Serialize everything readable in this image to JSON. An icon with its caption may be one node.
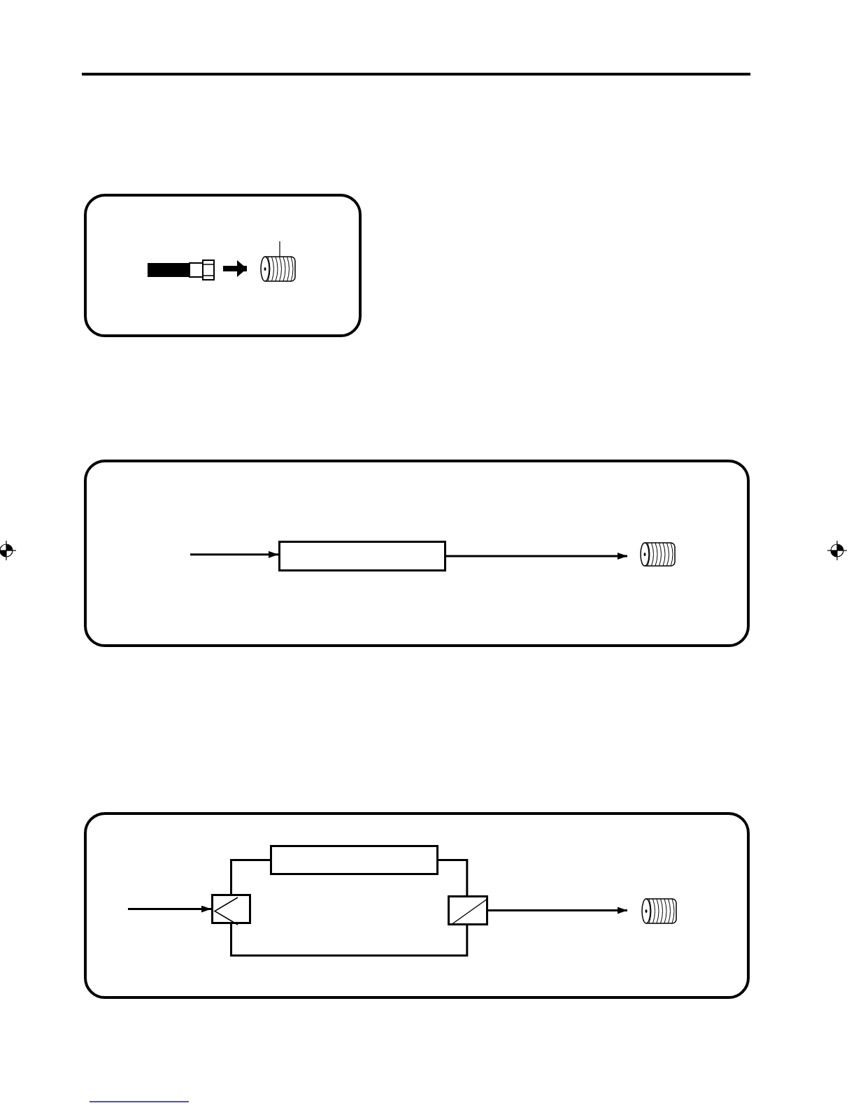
{
  "diagram": {
    "nodes": [
      {
        "text": [],
        "shape": "box"
      },
      {
        "text": [],
        "shape": "picture",
        "in": 0
      },
      {
        "text": [],
        "shape": "picture",
        "in": 0
      },
      {
        "text": [],
        "shape": "box"
      },
      {
        "text": [],
        "shape": "box",
        "in": 3
      },
      {
        "text": [],
        "shape": "picture",
        "in": 3
      },
      {
        "text": [],
        "shape": "box"
      },
      {
        "text": [],
        "shape": "box",
        "in": 6
      },
      {
        "text": [],
        "shape": "box",
        "in": 6
      },
      {
        "text": [],
        "shape": "box",
        "in": 6
      },
      {
        "text": [],
        "shape": "picture",
        "in": 6
      }
    ],
    "edges": [
      {
        "from": 1,
        "to": 2,
        "arrow": "to",
        "style": "thick"
      },
      {
        "from": null,
        "to": 4,
        "arrow": "to"
      },
      {
        "from": 4,
        "to": 5,
        "arrow": "to"
      },
      {
        "from": null,
        "to": 7,
        "arrow": "to"
      },
      {
        "from": 7,
        "to": 8,
        "arrow": "none"
      },
      {
        "from": 8,
        "to": 9,
        "arrow": "none"
      },
      {
        "from": 7,
        "to": 9,
        "arrow": "none"
      },
      {
        "from": 9,
        "to": 10,
        "arrow": "to"
      }
    ]
  }
}
